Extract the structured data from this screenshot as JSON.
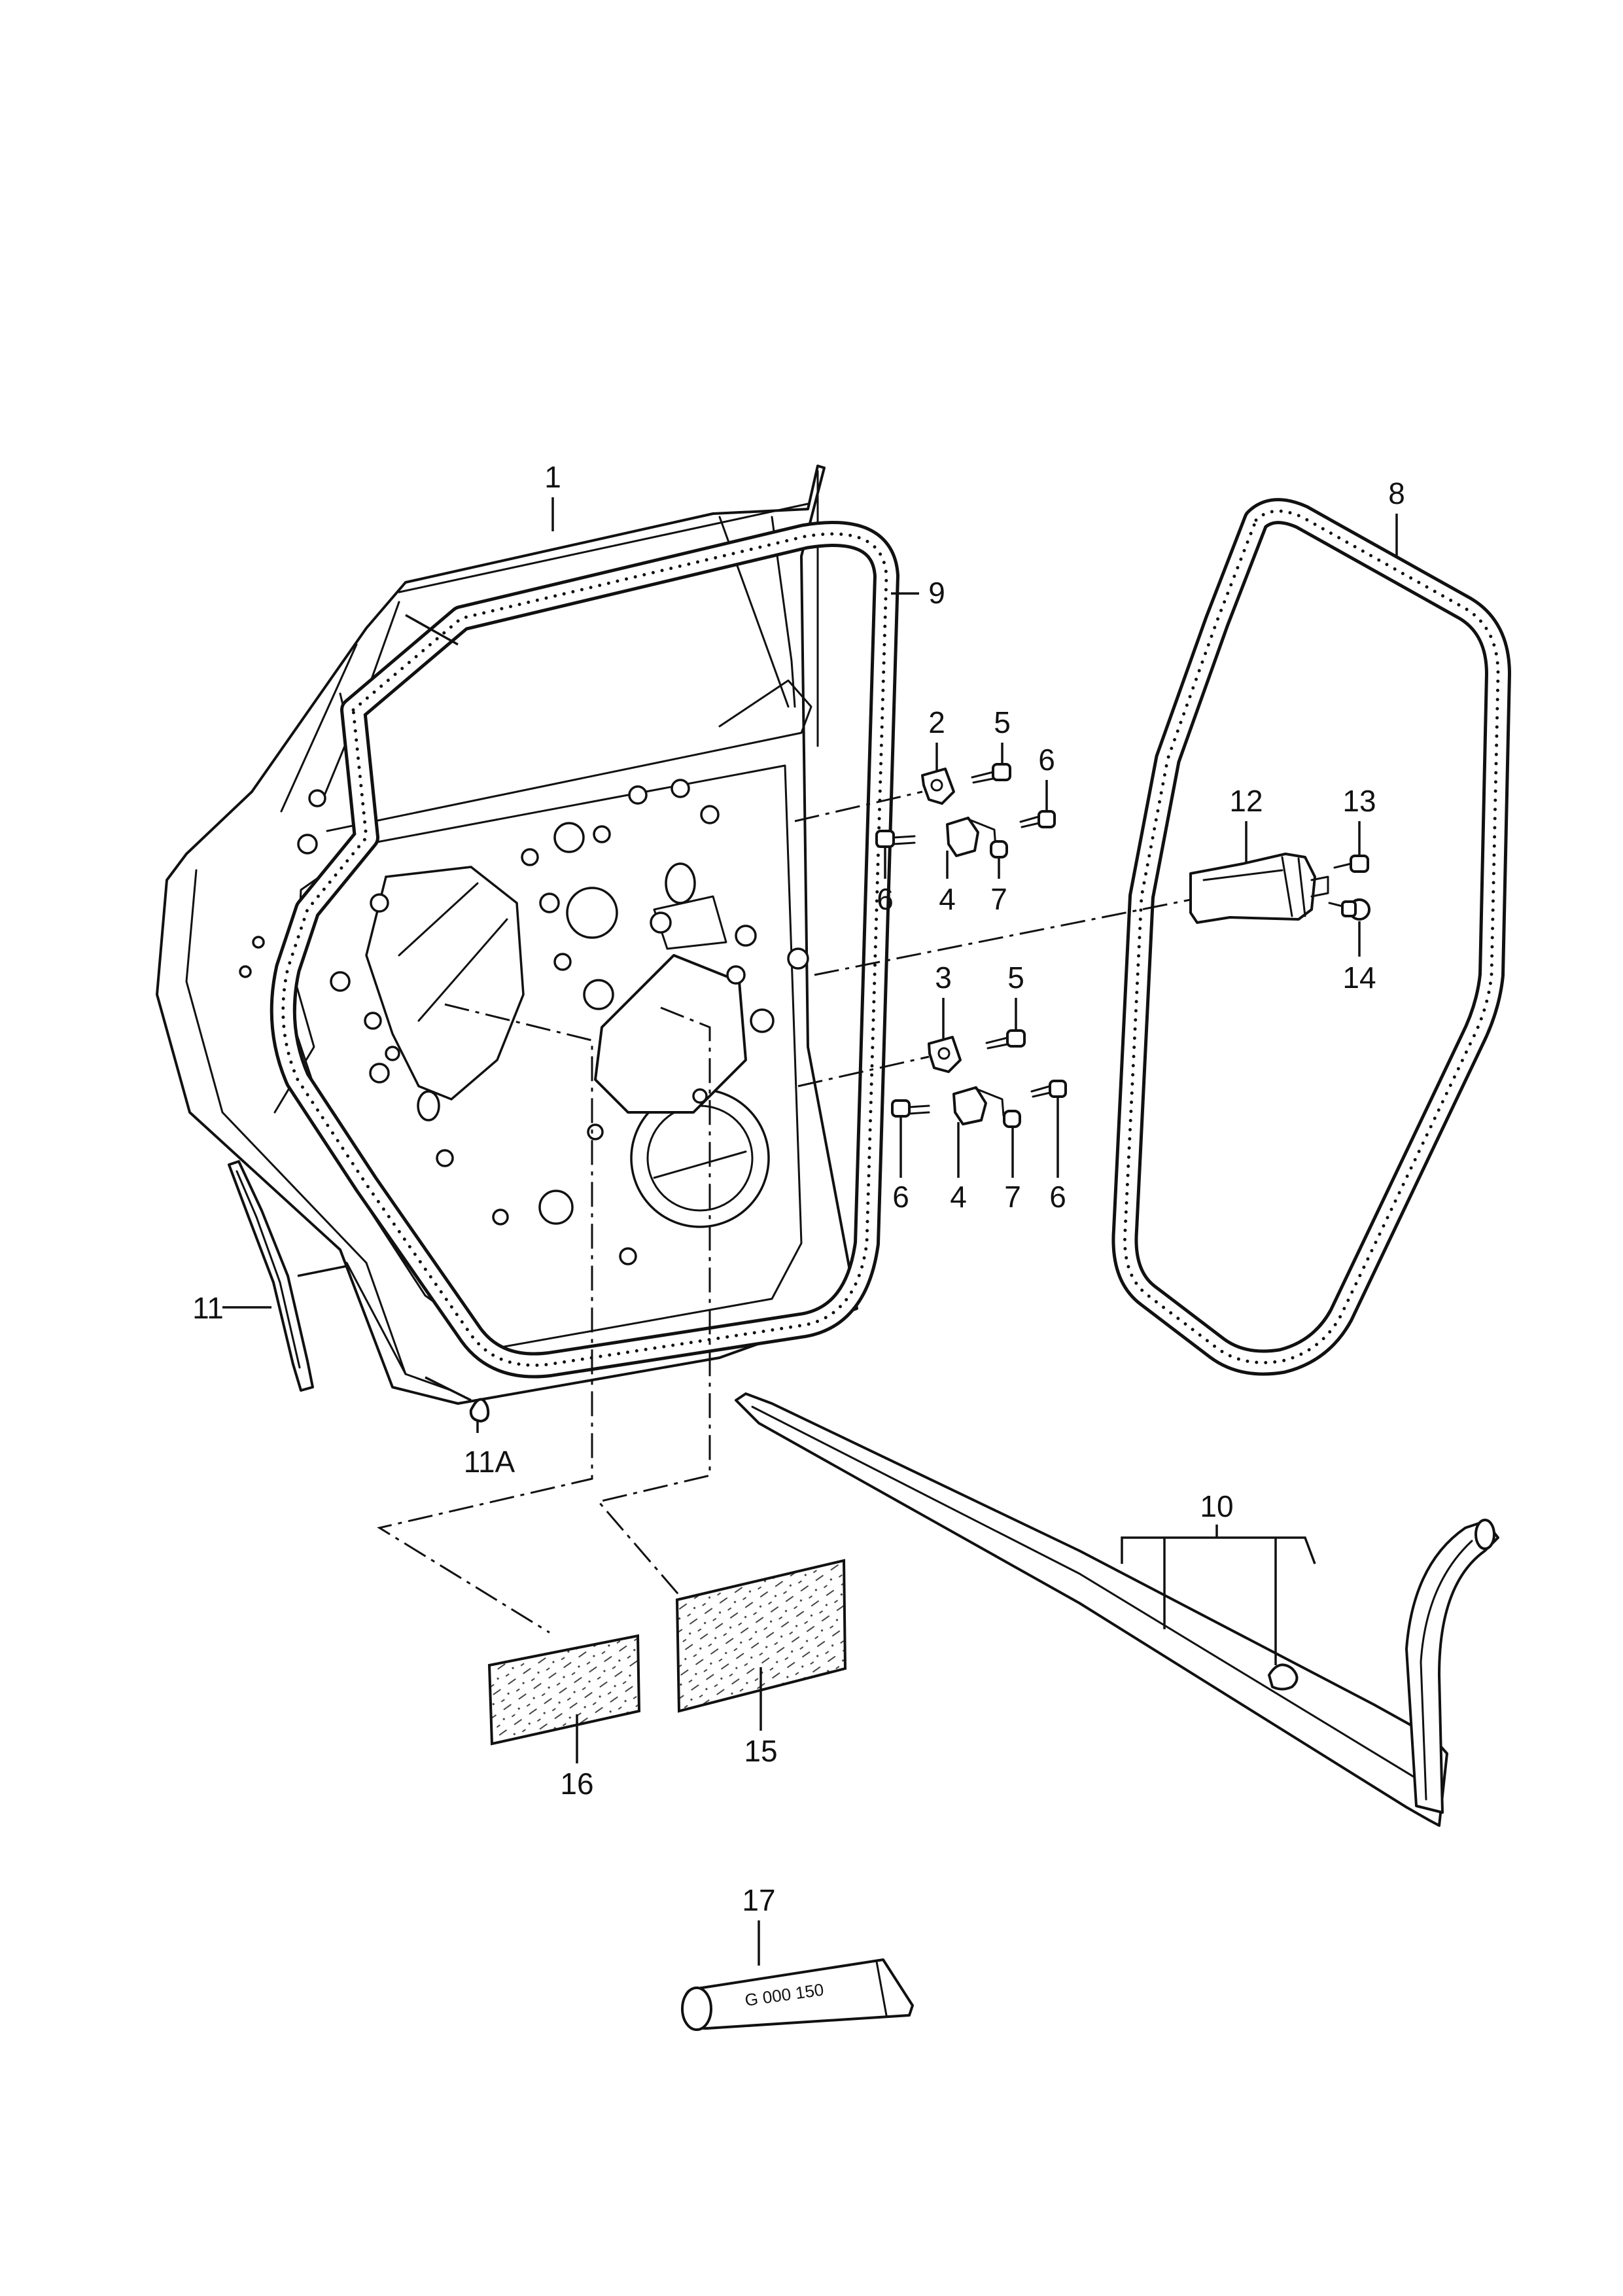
{
  "callouts": {
    "c1": "1",
    "c2": "2",
    "c3": "3",
    "c4a": "4",
    "c4b": "4",
    "c5a": "5",
    "c5b": "5",
    "c6a": "6",
    "c6b": "6",
    "c6c": "6",
    "c6d": "6",
    "c7a": "7",
    "c7b": "7",
    "c8": "8",
    "c9": "9",
    "c10": "10",
    "c11": "11",
    "c11a": "11A",
    "c12": "12",
    "c13": "13",
    "c14": "14",
    "c15": "15",
    "c16": "16",
    "c17": "17"
  },
  "tube_text": "G 000 150"
}
